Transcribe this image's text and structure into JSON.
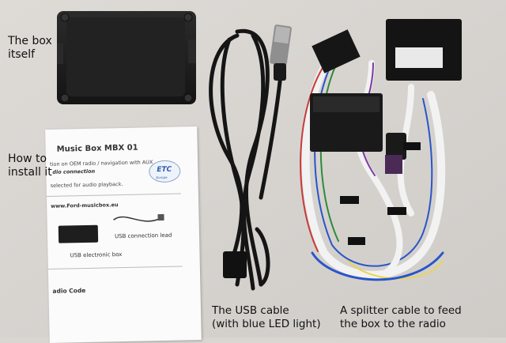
{
  "labels": {
    "box": "The box\nitself",
    "install": "How to\ninstall it",
    "usb": "The USB cable\n(with blue LED light)",
    "splitter": "A splitter cable to feed\nthe box to the radio"
  },
  "manual": {
    "title": "Music Box  MBX 01",
    "line1": "tion on  OEM radio / navigation with AUX",
    "line2": "dio connection",
    "line3": "selected for audio playback.",
    "website": "www.Ford-musicbox.eu",
    "caption_usb_lead": "USB connection lead",
    "caption_usb_box": "USB electronic box",
    "radio_code": "adio Code",
    "logo": "ETC",
    "logo_sub": "Europe"
  },
  "colors": {
    "background": "#d9d6d2",
    "box_body": "#1c1c1c",
    "cable": "#151515",
    "wires": [
      "#f2f2f2",
      "#2a55c8",
      "#2e8b3a",
      "#c83a3a",
      "#7a3aa0",
      "#e8d55a"
    ]
  }
}
